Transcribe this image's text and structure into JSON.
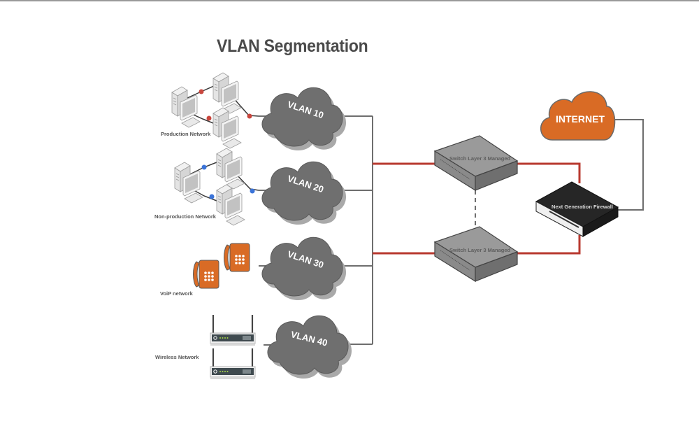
{
  "title": "VLAN Segmentation",
  "groups": [
    {
      "label": "Production Network",
      "vlan": "VLAN 10",
      "device": "workstations",
      "node_color": "#c9463d"
    },
    {
      "label": "Non-production Network",
      "vlan": "VLAN 20",
      "device": "workstations",
      "node_color": "#3b74d9"
    },
    {
      "label": "VoiP network",
      "vlan": "VLAN 30",
      "device": "ip-phones"
    },
    {
      "label": "Wireless Network",
      "vlan": "VLAN 40",
      "device": "wireless-routers"
    }
  ],
  "switches": [
    {
      "label": "Switch Layer 3 Managed"
    },
    {
      "label": "Switch Layer 3 Managed"
    }
  ],
  "firewall": {
    "label": "Next Generation Firewall"
  },
  "internet": {
    "label": "INTERNET"
  },
  "colors": {
    "accent_orange": "#d96b25",
    "cloud_gray": "#6f6f6f",
    "link_red": "#b8392f",
    "link_gray": "#6e6e6e",
    "firewall_black": "#262626",
    "switch_gray": "#9a9a9a"
  }
}
